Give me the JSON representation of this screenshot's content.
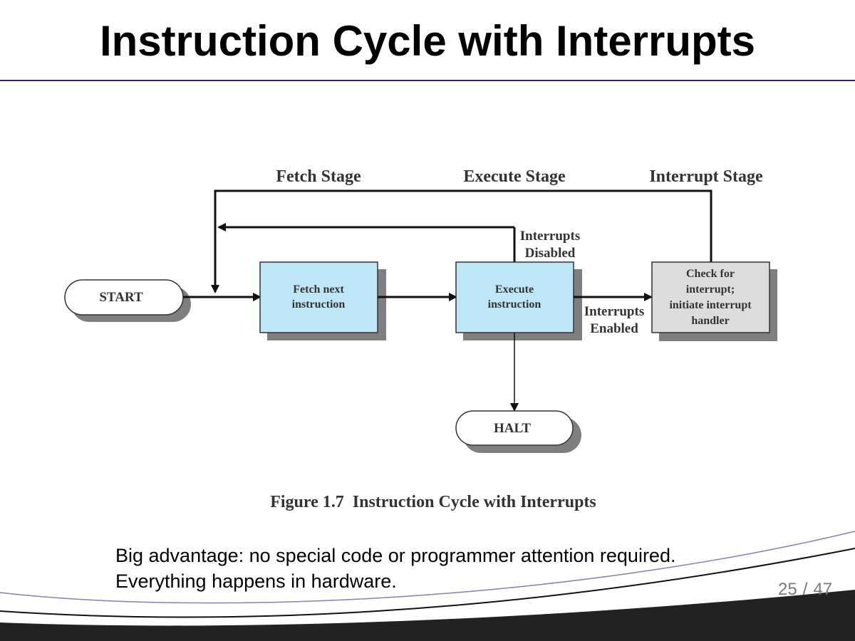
{
  "slide": {
    "title": "Instruction Cycle with Interrupts",
    "body_lines": [
      "Big advantage: no special code or programmer attention required.",
      "Everything happens in hardware."
    ],
    "page": {
      "current": "25",
      "separator": "/",
      "total": "47"
    }
  },
  "diagram": {
    "stage_labels": {
      "fetch": "Fetch Stage",
      "execute": "Execute Stage",
      "interrupt": "Interrupt Stage"
    },
    "nodes": {
      "start": "START",
      "fetch_lines": [
        "Fetch next",
        "instruction"
      ],
      "execute_lines": [
        "Execute",
        "instruction"
      ],
      "check_lines": [
        "Check for",
        "interrupt;",
        "initiate interrupt",
        "handler"
      ],
      "halt": "HALT"
    },
    "edge_labels": {
      "disabled_lines": [
        "Interrupts",
        "Disabled"
      ],
      "enabled_lines": [
        "Interrupts",
        "Enabled"
      ]
    },
    "caption": "Figure 1.7  Instruction Cycle with Interrupts",
    "colors": {
      "process_fill": "#bfe6f7",
      "interrupt_fill": "#dcdcdc",
      "shadow": "#7f7f7f",
      "line": "#111111"
    }
  },
  "theme": {
    "accent": "#3a1f6e"
  }
}
